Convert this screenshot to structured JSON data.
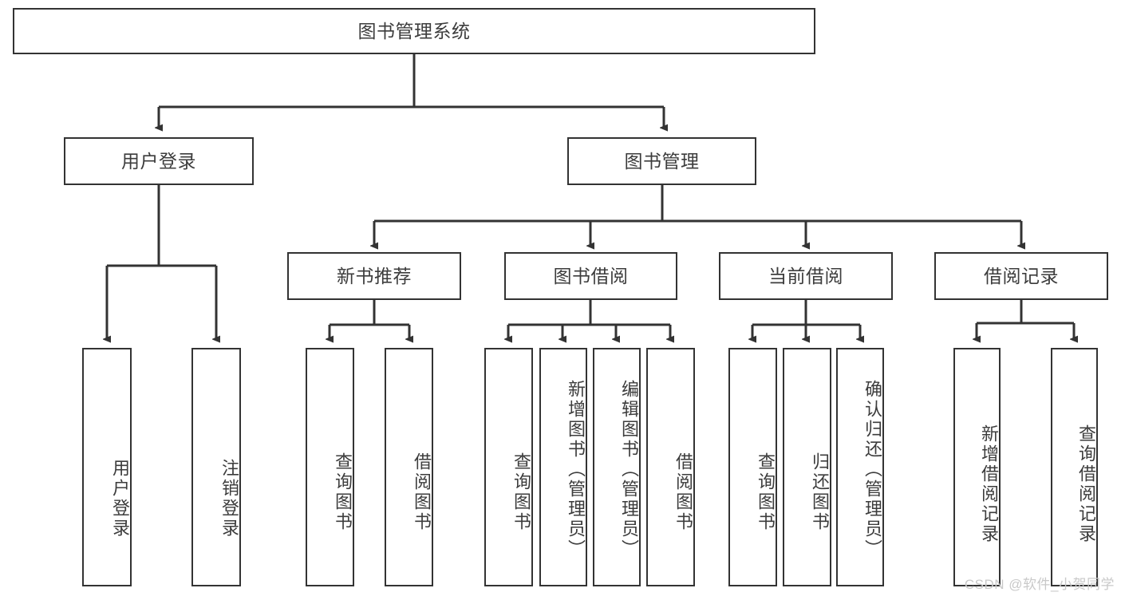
{
  "diagram": {
    "title": "图书管理系统",
    "type": "tree-hierarchy",
    "root": {
      "label": "图书管理系统"
    },
    "level2": [
      {
        "label": "用户登录"
      },
      {
        "label": "图书管理"
      }
    ],
    "level3": [
      {
        "label": "新书推荐"
      },
      {
        "label": "图书借阅"
      },
      {
        "label": "当前借阅"
      },
      {
        "label": "借阅记录"
      }
    ],
    "leaves": {
      "user_login": [
        {
          "label": "用户登录"
        },
        {
          "label": "注销登录"
        }
      ],
      "new_book_recommend": [
        {
          "label": "查询图书"
        },
        {
          "label": "借阅图书"
        }
      ],
      "book_borrow": [
        {
          "label": "查询图书"
        },
        {
          "label": "新增图书（管理员）"
        },
        {
          "label": "编辑图书（管理员）"
        },
        {
          "label": "借阅图书"
        }
      ],
      "current_borrow": [
        {
          "label": "查询图书"
        },
        {
          "label": "归还图书"
        },
        {
          "label": "确认归还（管理员）"
        }
      ],
      "borrow_record": [
        {
          "label": "新增借阅记录"
        },
        {
          "label": "查询借阅记录"
        }
      ]
    }
  },
  "watermark": {
    "text": "CSDN @软件_小贺同学"
  },
  "colors": {
    "box_border": "#333333",
    "text": "#3c3c3c",
    "background": "#ffffff",
    "watermark": "#c9c9c9"
  }
}
